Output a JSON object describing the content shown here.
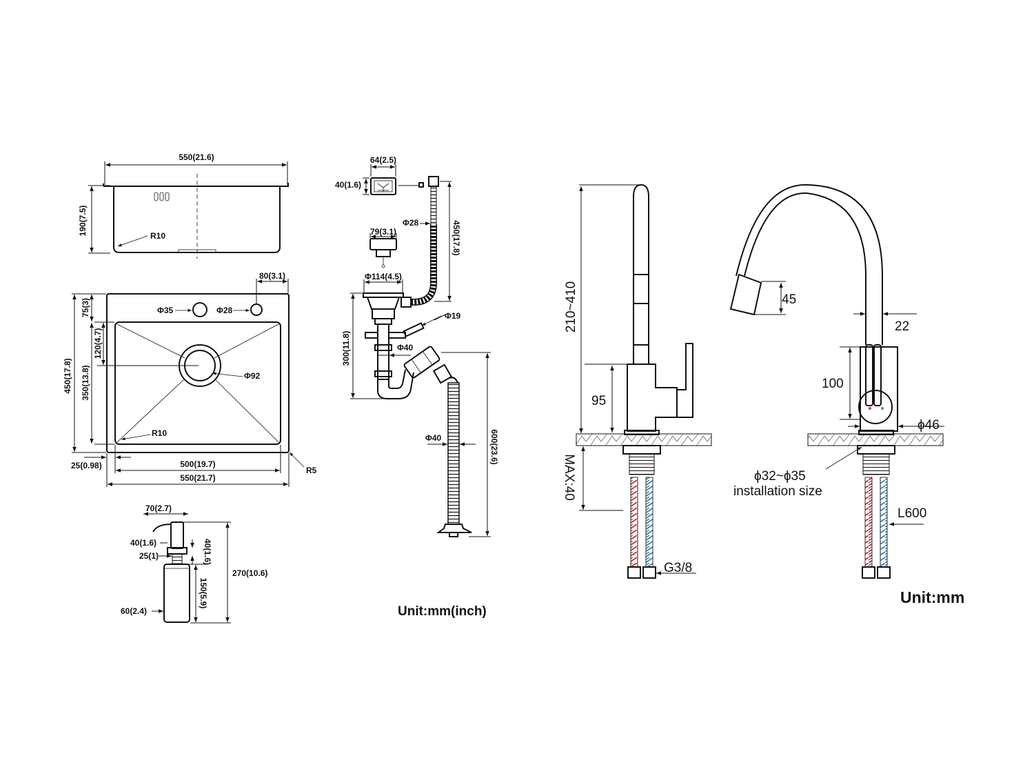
{
  "sink_top": {
    "width_overall": "550(21.6)",
    "depth": "190(7.5)",
    "radius_inner": "R10"
  },
  "sink_plan": {
    "hole_offset": "80(3.1)",
    "hole_large": "Φ35",
    "hole_small": "Φ28",
    "front_margin": "75(3)",
    "drain_offset": "120(4.7)",
    "depth_overall": "450(17.8)",
    "bowl_depth": "350(13.8)",
    "drain_diameter": "Φ92",
    "corner_radius_inner": "R10",
    "side_margin": "25(0.98)",
    "bowl_width": "500(19.7)",
    "width_overall": "550(21.7)",
    "corner_radius_outer": "R5"
  },
  "drain_kit": {
    "overflow_width": "64(2.5)",
    "overflow_height": "40(1.6)",
    "hose_diameter": "Φ28",
    "hose_length": "450(17.8)",
    "strainer_diameter": "79(3.1)",
    "flange_diameter": "Φ114(4.5)",
    "inlet_diameter": "Φ19",
    "tail_length": "300(11.8)",
    "pipe_diameter": "Φ40",
    "trap_diameter": "Φ40",
    "outlet_length": "600(23.6)",
    "unit_label": "Unit:mm(inch)"
  },
  "dispenser": {
    "spout_length": "70(2.7)",
    "head_height_left": "40(1.6)",
    "head_height_right": "40(1.6)",
    "collar": "25(1)",
    "bottle_height": "150(5.9)",
    "total_height": "270(10.6)",
    "bottle_diameter": "60(2.4)"
  },
  "faucet_side": {
    "height_range": "210~410",
    "base_height": "95",
    "max_counter": "MAX:40",
    "thread": "G3/8"
  },
  "faucet_front": {
    "spray_head": "45",
    "neck_diameter": "22",
    "body_height": "100",
    "base_diameter": "ϕ46",
    "hole_size_line1": "ϕ32~ϕ35",
    "hole_size_line2": "installation size",
    "hose_length": "L600",
    "unit_label": "Unit:mm"
  },
  "colors": {
    "hot": "#d23b3b",
    "cold": "#3a8fc4"
  }
}
